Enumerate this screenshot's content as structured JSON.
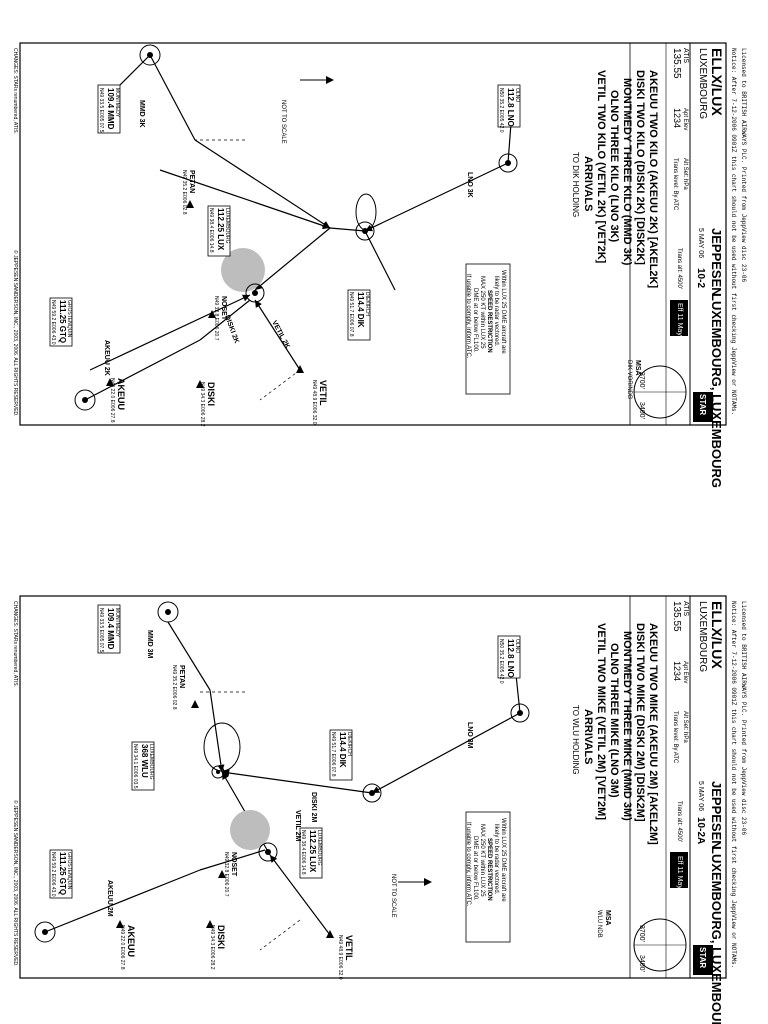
{
  "charts": [
    {
      "id": "chart-1",
      "license_line": "Licensed to BRITISH AIRWAYS PLC. Printed from JeppView disc 23-06",
      "notice_line": "Notice: After 7-12-2006 0901Z this chart should not be used without first checking JeppView or NOTAMs.",
      "brand": "JEPPESEN",
      "location": "LUXEMBOURG, LUXEMBOURG",
      "icao": "ELLX/LUX",
      "city": "LUXEMBOURG",
      "date": "5 MAY 06",
      "chart_index": "10-2",
      "eff_box": "Eff 11 May",
      "type_box": "STAR",
      "atis_label": "ATIS",
      "atis_freq": "135.55",
      "apt_elev_label": "Apt Elev",
      "apt_elev": "1234",
      "alt_set": "Alt Set: hPa",
      "trans_level": "Trans level: By ATC",
      "trans_alt": "Trans alt: 4500'",
      "procedures": [
        "AKEUU TWO KILO (AKEUU 2K) [AKEL2K]",
        "DISKI TWO KILO (DISKI 2K) [DISK2K]",
        "MONTMEDY THREE KILO (MMD 3K)",
        "OLNO THREE KILO (LNO 3K)",
        "VETIL TWO KILO (VETIL 2K) [VET2K]"
      ],
      "arrivals_title": "ARRIVALS",
      "holding_note": "TO DIK HOLDING",
      "msa_label": "MSA",
      "msa_fac": "DIK VOR/NDB",
      "msa_alts": [
        "3700'",
        "3400'"
      ],
      "msa_bearings": [
        "080°",
        "270°",
        "180°"
      ],
      "restriction": [
        "Within LUX 25 DME aircraft are",
        "likely to be radar vectored.",
        "SPEED RESTRICTION",
        "MAX 250 KT within LUX 25",
        "DME at or below FL100.",
        "If unable to comply, inform ATC."
      ],
      "not_to_scale": "NOT TO SCALE",
      "navaids": [
        {
          "name": "OLNO",
          "freq": "112.8 LNO",
          "coord": "N50 35.2 E005 42.0"
        },
        {
          "name": "MONTMEDY",
          "freq": "109.4 MMD",
          "coord": "N49 33.5 E005 07.5"
        },
        {
          "name": "LUXEMBOURG",
          "freq": "112.25 LUX",
          "coord": "N49 38.4 E006 14.8"
        },
        {
          "name": "DIEKIRCH",
          "freq": "114.4 DIK",
          "coord": "N49 51.7 E006 07.8"
        },
        {
          "name": "GROSTENQUIN",
          "freq": "111.25 GTQ",
          "coord": "N49 59.2 E006 43.0"
        }
      ],
      "fixes": [
        {
          "name": "VETIL",
          "coord": "N49 48.9 E006 32.0"
        },
        {
          "name": "DISKI",
          "coord": "N49 34.3 E006 28.2"
        },
        {
          "name": "AKEUU",
          "coord": "N49 22.0 E006 27.8"
        },
        {
          "name": "PETAN",
          "coord": "N49 35.2 E006 02.8"
        },
        {
          "name": "NOSET",
          "coord": "N49 32.8 E006 20.7"
        }
      ],
      "route_labels": [
        "VETIL 2K",
        "DISKI 2K",
        "AKEUU 2K",
        "LNO 3K",
        "MMD 3K"
      ],
      "copyright": "© JEPPESEN SANDERSON, INC., 2003, 2006. ALL RIGHTS RESERVED.",
      "changes": "CHANGES: STARs renumbered, ATIS."
    },
    {
      "id": "chart-2",
      "license_line": "Licensed to BRITISH AIRWAYS PLC. Printed from JeppView disc 23-06",
      "notice_line": "Notice: After 7-12-2006 0901Z this chart should not be used without first checking JeppView or NOTAMs.",
      "brand": "JEPPESEN",
      "location": "LUXEMBOURG, LUXEMBOURG",
      "icao": "ELLX/LUX",
      "city": "LUXEMBOURG",
      "date": "5 MAY 06",
      "chart_index": "10-2A",
      "eff_box": "Eff 11 May",
      "type_box": "STAR",
      "atis_label": "ATIS",
      "atis_freq": "135.55",
      "apt_elev_label": "Apt Elev",
      "apt_elev": "1234",
      "alt_set": "Alt Set: hPa",
      "trans_level": "Trans level: By ATC",
      "trans_alt": "Trans alt: 4500'",
      "procedures": [
        "AKEUU TWO MIKE (AKEUU 2M) [AKEL2M]",
        "DISKI TWO MIKE (DISKI 2M) [DISK2M]",
        "MONTMEDY THREE MIKE (MMD 3M)",
        "OLNO THREE MIKE (LNO 3M)",
        "VETIL TWO MIKE (VETIL 2M) [VET2M]"
      ],
      "arrivals_title": "ARRIVALS",
      "holding_note": "TO WLU HOLDING",
      "msa_label": "MSA",
      "msa_fac": "WLU NDB",
      "msa_alts": [
        "3700'",
        "3400'"
      ],
      "msa_bearings": [
        "080°",
        "270°",
        "180°"
      ],
      "restriction": [
        "Within LUX 25 DME aircraft are",
        "likely to be radar vectored.",
        "SPEED RESTRICTION",
        "MAX 250 KT within LUX 25",
        "DME at or below FL100.",
        "If unable to comply, inform ATC."
      ],
      "not_to_scale": "NOT TO SCALE",
      "navaids": [
        {
          "name": "OLNO",
          "freq": "112.8 LNO",
          "coord": "N50 35.2 E005 42.0"
        },
        {
          "name": "MONTMEDY",
          "freq": "109.4 MMD",
          "coord": "N49 33.5 E005 07.5"
        },
        {
          "name": "LUXEMBOURG",
          "freq": "112.25 LUX",
          "coord": "N49 38.4 E006 14.8"
        },
        {
          "name": "DIEKIRCH",
          "freq": "114.4 DIK",
          "coord": "N49 51.7 E006 07.8"
        },
        {
          "name": "GROSTENQUIN",
          "freq": "111.25 GTQ",
          "coord": "N49 59.2 E006 43.0"
        },
        {
          "name": "LUXEMBOURG",
          "freq": "368 WLU",
          "coord": "N49 34.1 E006 03.5"
        }
      ],
      "fixes": [
        {
          "name": "VETIL",
          "coord": "N49 48.9 E006 32.0"
        },
        {
          "name": "DISKI",
          "coord": "N49 34.3 E006 28.2"
        },
        {
          "name": "AKEUU",
          "coord": "N49 22.0 E006 27.8"
        },
        {
          "name": "PETAN",
          "coord": "N49 35.2 E006 02.8"
        },
        {
          "name": "NOSET",
          "coord": "N49 32.8 E006 20.7"
        }
      ],
      "route_labels": [
        "VETIL 2M",
        "DISKI 2M",
        "AKEUU 2M",
        "LNO 3M",
        "MMD 3M"
      ],
      "copyright": "© JEPPESEN SANDERSON, INC., 2003, 2006. ALL RIGHTS RESERVED.",
      "changes": "CHANGES: STARs renumbered, ATIS."
    }
  ]
}
